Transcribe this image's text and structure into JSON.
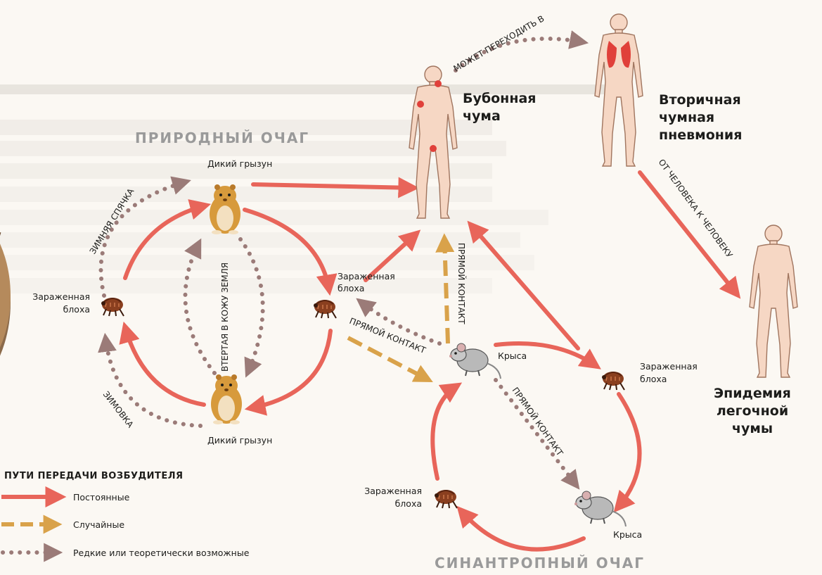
{
  "focus": {
    "natural": "ПРИРОДНЫЙ ОЧАГ",
    "synanthropic": "СИНАНТРОПНЫЙ ОЧАГ"
  },
  "nodes": {
    "rodent_top": "Дикий грызун",
    "rodent_bottom": "Дикий грызун",
    "flea_left": [
      "Зараженная",
      "блоха"
    ],
    "flea_mid": [
      "Зараженная",
      "блоха"
    ],
    "flea_right": [
      "Зараженная",
      "блоха"
    ],
    "flea_bottom": [
      "Зараженная",
      "блоха"
    ],
    "rat_mid": "Крыса",
    "rat_bottom": "Крыса",
    "bubonic": [
      "Бубонная",
      "чума"
    ],
    "pneumonia": [
      "Вторичная",
      "чумная",
      "пневмония"
    ],
    "epidemic": [
      "Эпидемия",
      "легочной",
      "чумы"
    ]
  },
  "edge_labels": {
    "hibernation": "ЗИМНЯЯ СПЯЧКА",
    "wintering": "ЗИМОВКА",
    "rubbed": "ВТЕРТАЯ В КОЖУ ЗЕМЛЯ",
    "direct1": "ПРЯМОЙ КОНТАКТ",
    "direct2": "ПРЯМОЙ КОНТАКТ",
    "direct3": "ПРЯМОЙ КОНТАКТ",
    "may_become": "МОЖЕТ ПЕРЕХОДИТЬ В",
    "human_to_human": "ОТ ЧЕЛОВЕКА К ЧЕЛОВЕКУ"
  },
  "legend": {
    "title": "ПУТИ ПЕРЕДАЧИ ВОЗБУДИТЕЛЯ",
    "items": [
      {
        "label": "Постоянные",
        "style": "solid"
      },
      {
        "label": "Случайные",
        "style": "dashed"
      },
      {
        "label": "Редкие или теоретически возможные",
        "style": "dotted"
      }
    ]
  },
  "colors": {
    "solid": "#e8655a",
    "dashed": "#d9a24a",
    "dotted": "#9b7b78",
    "skin": "#f6d7c4",
    "lesion": "#e0403a"
  }
}
